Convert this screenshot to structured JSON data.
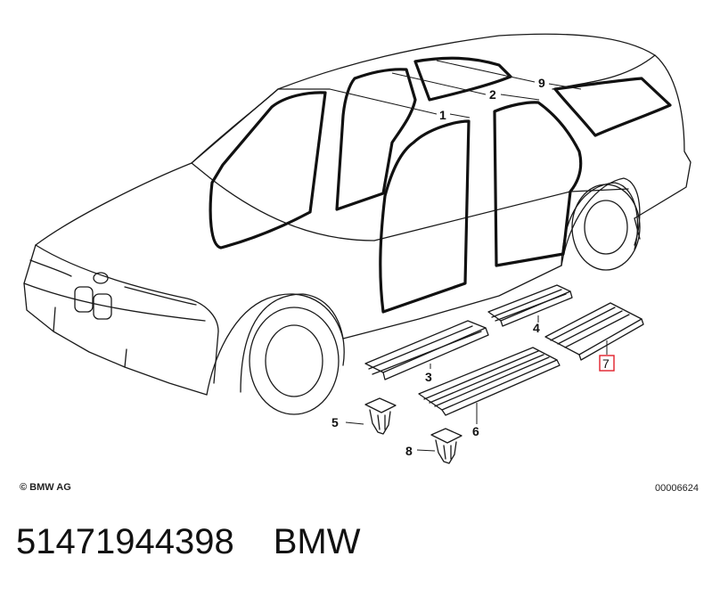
{
  "callouts": [
    "1",
    "2",
    "3",
    "4",
    "5",
    "6",
    "7",
    "8",
    "9"
  ],
  "highlighted_callout": "7",
  "copyright": "© BMW AG",
  "document_number": "00006624",
  "part_number": "51471944398",
  "brand": "BMW",
  "colors": {
    "highlight": "#e0202a",
    "line": "#1a1a1a"
  }
}
